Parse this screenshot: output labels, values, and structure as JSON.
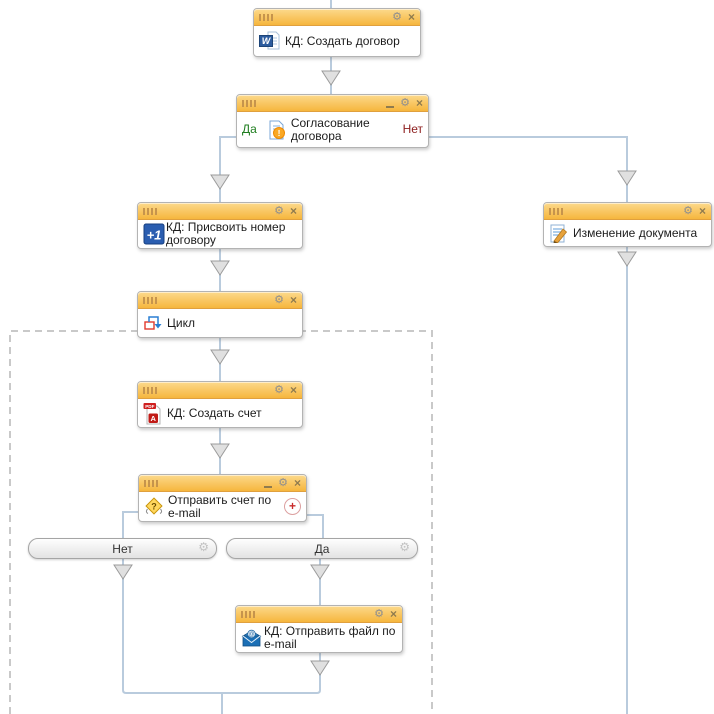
{
  "diagram": {
    "connector_color": "#b9cbdd",
    "titlebar_color": "#f6b63e",
    "dashed_region_color": "#c9c9c9",
    "nodes": {
      "create_contract": {
        "label": "КД: Создать договор",
        "icon": "word-document-icon"
      },
      "contract_approval": {
        "label": "Согласование договора",
        "icon": "document-warning-icon",
        "branch_yes": "Да",
        "branch_no": "Нет"
      },
      "assign_contract_number": {
        "label": "КД: Присвоить номер договору",
        "icon": "plus-one-icon"
      },
      "document_change": {
        "label": "Изменение документа",
        "icon": "document-edit-icon"
      },
      "loop": {
        "label": "Цикл",
        "icon": "loop-icon"
      },
      "create_invoice": {
        "label": "КД: Создать счет",
        "icon": "pdf-document-icon"
      },
      "send_invoice_question": {
        "label": "Отправить счет по e-mail",
        "icon": "question-diamond-icon"
      },
      "send_file_email": {
        "label": "КД: Отправить файл по e-mail",
        "icon": "email-envelope-icon"
      }
    },
    "branches": {
      "no": {
        "label": "Нет"
      },
      "yes": {
        "label": "Да"
      }
    },
    "controls": {
      "gear": "⚙",
      "close": "×",
      "add": "+"
    },
    "icon_texts": {
      "word": "W",
      "warning": "!",
      "plus_one": "+1",
      "question": "?",
      "pdf": "PDF",
      "adobe": "A",
      "at": "@"
    }
  }
}
